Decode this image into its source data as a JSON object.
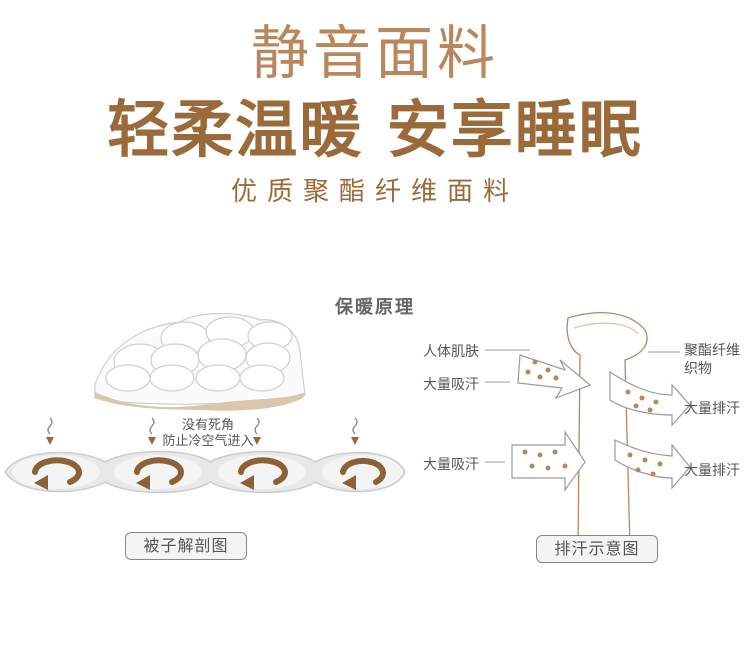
{
  "titles": {
    "line1": "静音面料",
    "line2": "轻柔温暖 安享睡眠",
    "line3": "优质聚酯纤维面料"
  },
  "section_title": "保暖原理",
  "left_diagram": {
    "note_line1": "没有死角",
    "note_line2": "防止冷空气进入",
    "button": "被子解剖图"
  },
  "right_diagram": {
    "label_body": "人体肌肤",
    "label_absorb_top": "大量吸汗",
    "label_absorb_bottom": "大量吸汗",
    "label_fabric_line1": "聚酯纤维",
    "label_fabric_line2": "织物",
    "label_drain_top": "大量排汗",
    "label_drain_bottom": "大量排汗",
    "button": "排汗示意图"
  },
  "colors": {
    "brand_brown": "#9b6a3a",
    "light_brown": "#b8875e",
    "beige": "#d8c7a8",
    "swirl": "#8a6236"
  }
}
